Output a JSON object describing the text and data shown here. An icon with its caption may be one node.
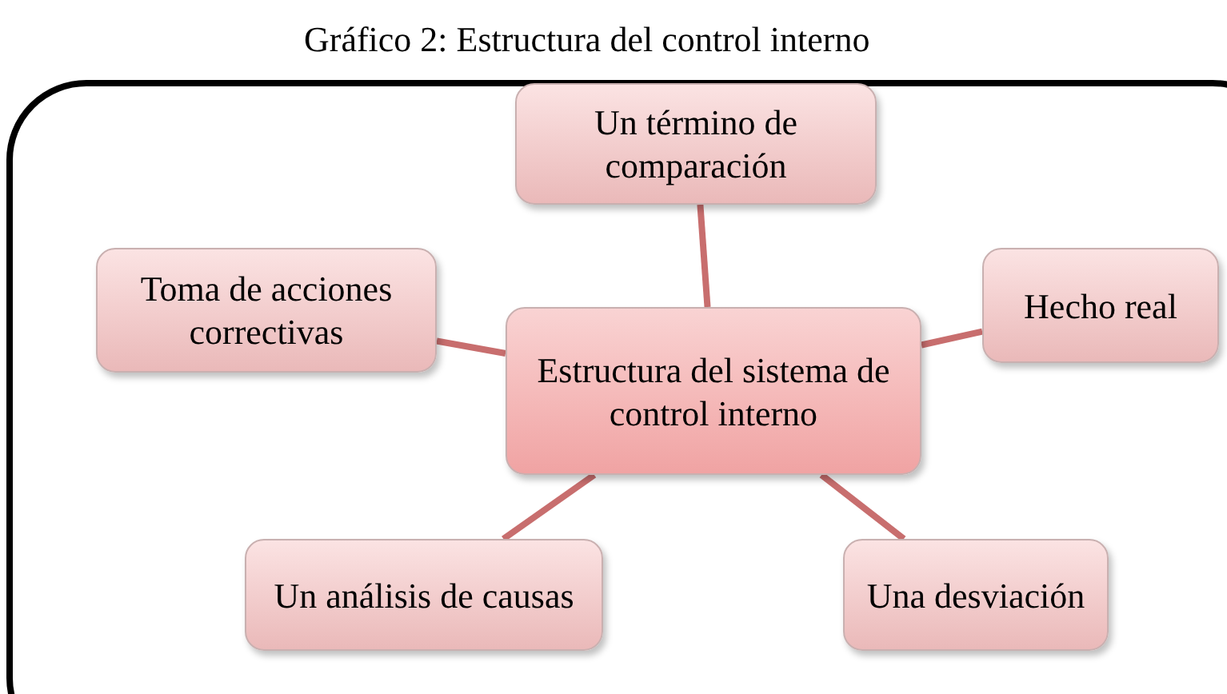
{
  "diagram": {
    "title": "Gráfico 2: Estructura del control interno",
    "nodes": [
      {
        "text": [
          "Estructura del sistema de control interno"
        ]
      },
      {
        "text": [
          "Un término de comparación"
        ]
      },
      {
        "text": [
          "Hecho real"
        ]
      },
      {
        "text": [
          "Toma de acciones correctivas"
        ]
      },
      {
        "text": [
          "Un análisis de causas"
        ]
      },
      {
        "text": [
          "Una desviación"
        ]
      }
    ],
    "edges": [
      {
        "from": 0,
        "to": 1,
        "arrow": "none"
      },
      {
        "from": 0,
        "to": 2,
        "arrow": "none"
      },
      {
        "from": 0,
        "to": 3,
        "arrow": "none"
      },
      {
        "from": 0,
        "to": 4,
        "arrow": "none"
      },
      {
        "from": 0,
        "to": 5,
        "arrow": "none"
      }
    ]
  }
}
